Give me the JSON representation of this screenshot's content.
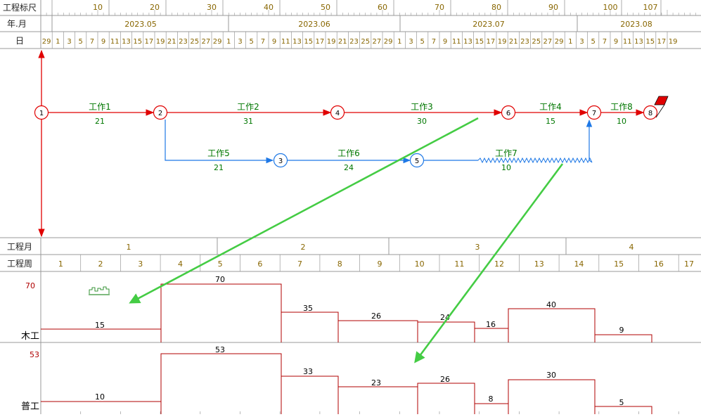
{
  "header": {
    "scale_label": "工程标尺",
    "scale_ticks": [
      "10",
      "20",
      "30",
      "40",
      "50",
      "60",
      "70",
      "80",
      "90",
      "100",
      "107"
    ],
    "month_label": "年.月",
    "months": [
      "2023.05",
      "2023.06",
      "2023.07",
      "2023.08"
    ],
    "day_label": "日",
    "days": [
      "29",
      "1",
      "3",
      "5",
      "7",
      "9",
      "11",
      "13",
      "15",
      "17",
      "19",
      "21",
      "23",
      "25",
      "27",
      "29",
      "1",
      "3",
      "5",
      "7",
      "9",
      "11",
      "13",
      "15",
      "17",
      "19",
      "21",
      "23",
      "25",
      "27",
      "29",
      "1",
      "3",
      "5",
      "7",
      "9",
      "11",
      "13",
      "15",
      "17",
      "19",
      "21",
      "23",
      "25",
      "27",
      "29",
      "1",
      "3",
      "5",
      "7",
      "9",
      "11",
      "13",
      "15",
      "17",
      "19"
    ]
  },
  "network": {
    "nodes": [
      "1",
      "2",
      "3",
      "4",
      "5",
      "6",
      "7",
      "8"
    ],
    "activities": [
      {
        "name": "工作1",
        "duration": "21"
      },
      {
        "name": "工作2",
        "duration": "31"
      },
      {
        "name": "工作3",
        "duration": "30"
      },
      {
        "name": "工作4",
        "duration": "15"
      },
      {
        "name": "工作8",
        "duration": "10"
      },
      {
        "name": "工作5",
        "duration": "21"
      },
      {
        "name": "工作6",
        "duration": "24"
      },
      {
        "name": "工作7",
        "duration": "10"
      }
    ]
  },
  "timeline": {
    "project_month_label": "工程月",
    "project_months": [
      "1",
      "2",
      "3",
      "4"
    ],
    "project_week_label": "工程周",
    "project_weeks": [
      "1",
      "2",
      "3",
      "4",
      "5",
      "6",
      "7",
      "8",
      "9",
      "10",
      "11",
      "12",
      "13",
      "14",
      "15",
      "16",
      "17"
    ]
  },
  "resources": [
    {
      "name": "木工",
      "max_label": "70",
      "values": [
        "15",
        "70",
        "35",
        "26",
        "24",
        "16",
        "40",
        "9"
      ]
    },
    {
      "name": "普工",
      "max_label": "53",
      "values": [
        "10",
        "53",
        "33",
        "23",
        "26",
        "8",
        "30",
        "5"
      ]
    }
  ],
  "colors": {
    "critical": "#e00000",
    "noncritical": "#1e78e6",
    "label": "#007700",
    "header_text": "#886600",
    "histogram": "#b00000",
    "annotation": "#44cc44",
    "grid": "#aaaaaa"
  },
  "icons": [
    "flag-icon",
    "mini-chart-icon"
  ]
}
